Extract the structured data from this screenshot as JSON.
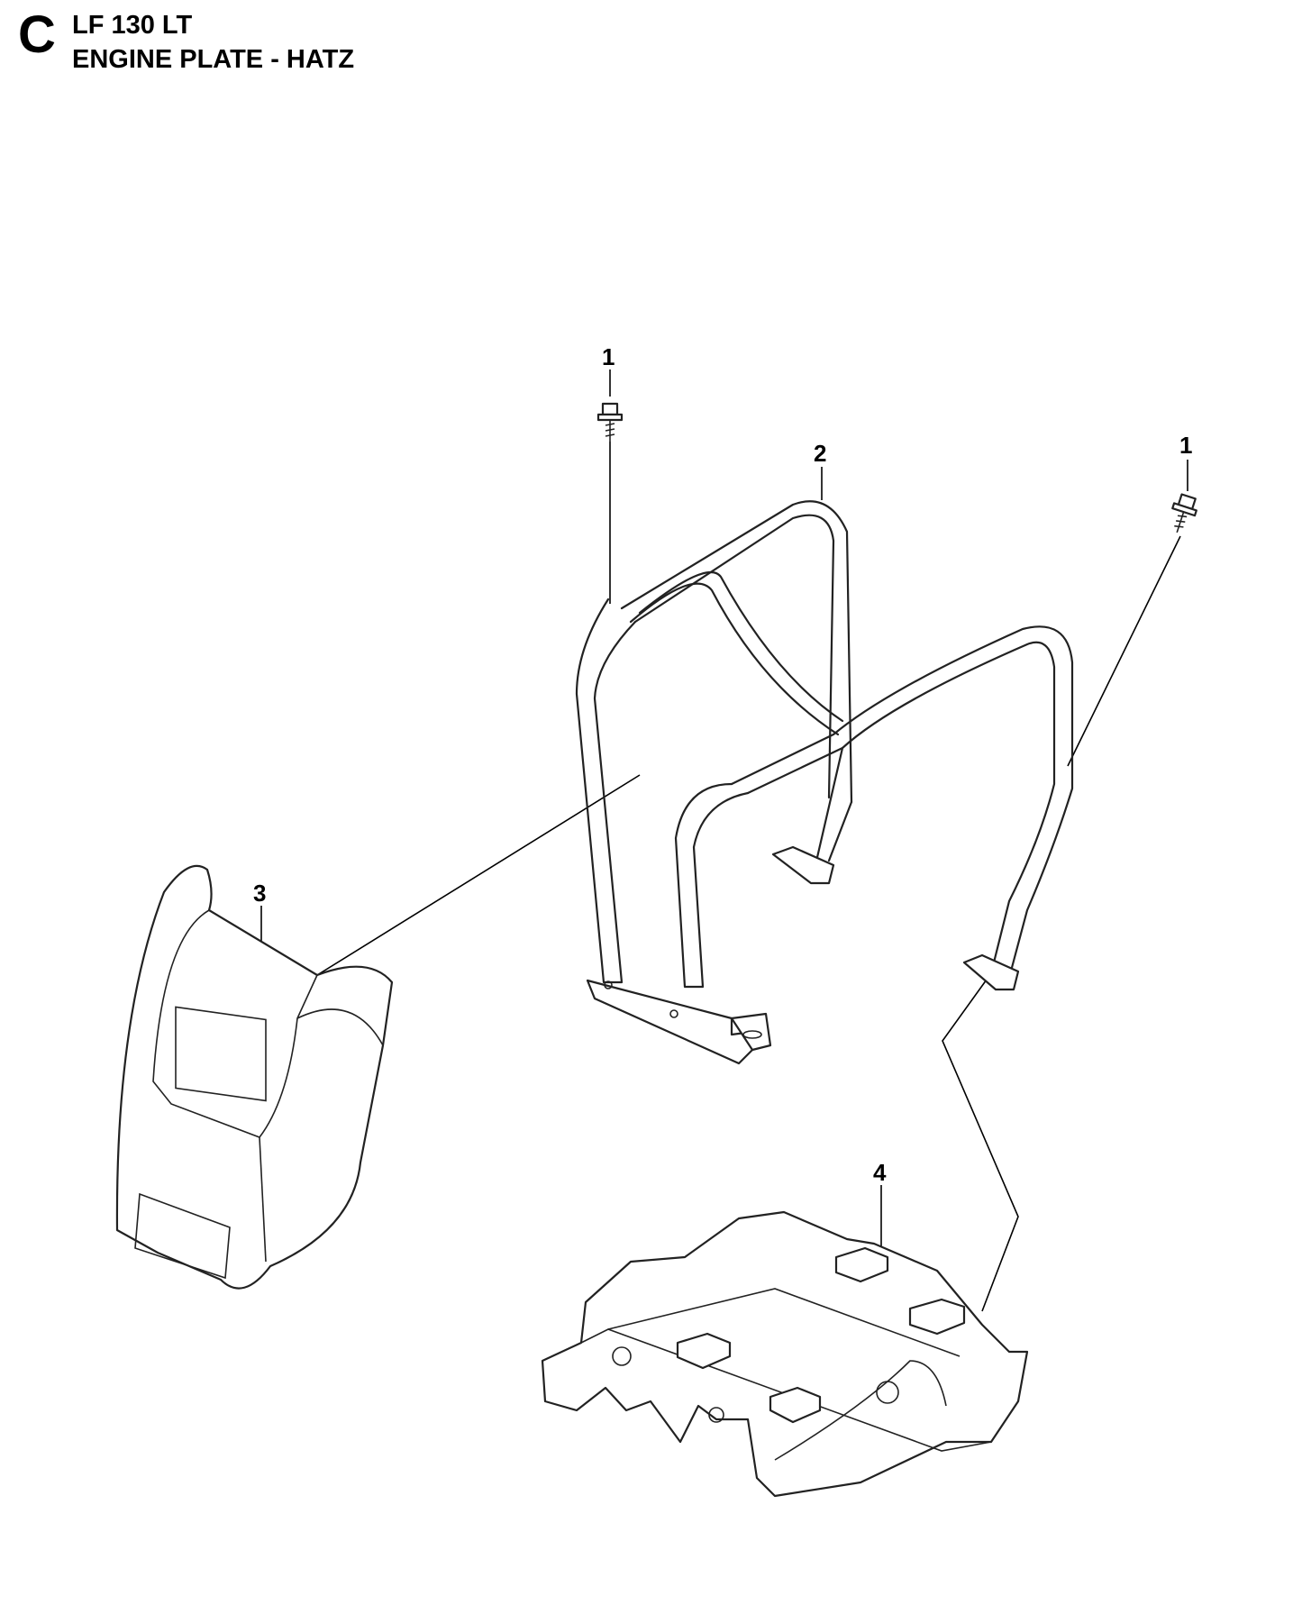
{
  "header": {
    "section_letter": "C",
    "model": "LF 130 LT",
    "subtitle": "ENGINE PLATE - HATZ"
  },
  "callouts": [
    {
      "id": "callout-1-left",
      "label": "1"
    },
    {
      "id": "callout-1-right",
      "label": "1"
    },
    {
      "id": "callout-2",
      "label": "2"
    },
    {
      "id": "callout-3",
      "label": "3"
    },
    {
      "id": "callout-4",
      "label": "4"
    }
  ]
}
